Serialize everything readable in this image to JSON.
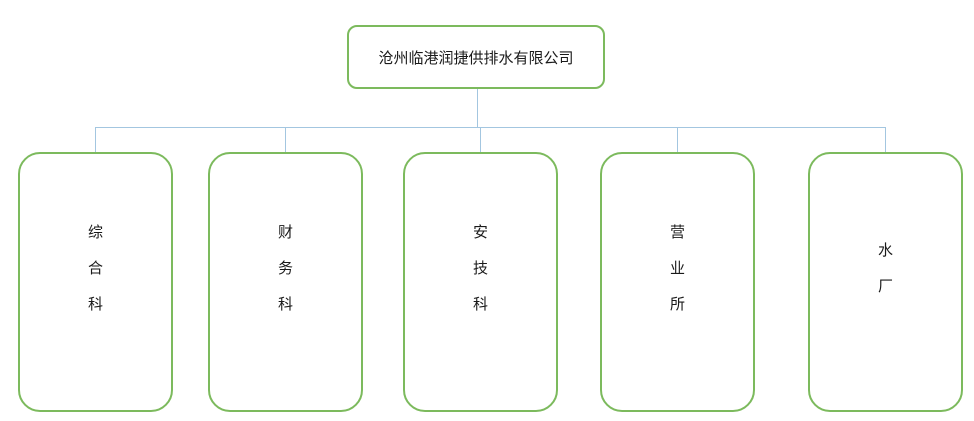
{
  "org_chart": {
    "root": {
      "label": "沧州临港润捷供排水有限公司"
    },
    "children": [
      {
        "label": "综合科"
      },
      {
        "label": "财务科"
      },
      {
        "label": "安技科"
      },
      {
        "label": "营业所"
      },
      {
        "label": "水厂"
      }
    ]
  },
  "colors": {
    "box_border": "#7cba5d",
    "connector_line": "#a3c6e0",
    "text": "#1a1a1a",
    "background": "#ffffff"
  }
}
